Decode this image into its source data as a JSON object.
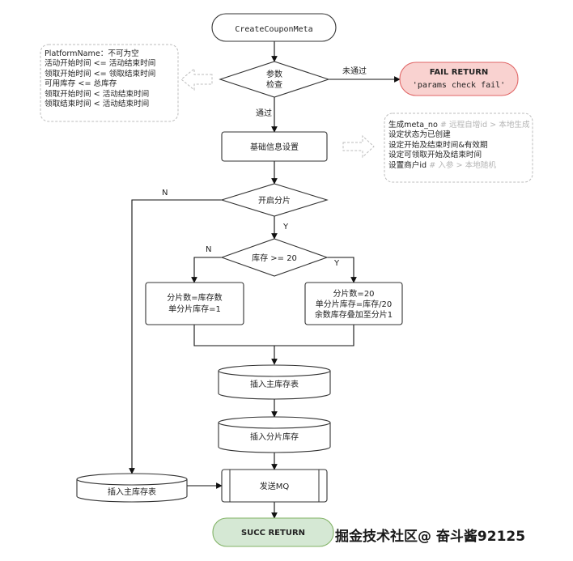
{
  "start": {
    "label": "CreateCouponMeta"
  },
  "param_check": {
    "label_1": "参数",
    "label_2": "检查"
  },
  "fail": {
    "title": "FAIL RETURN",
    "message": "'params check fail'",
    "fill": "#f9d2d0",
    "stroke": "#e06666"
  },
  "edge_labels": {
    "not_passed": "未通过",
    "passed": "通过",
    "no_top": "N",
    "yes_shard": "Y",
    "no_stock": "N",
    "yes_stock": "Y"
  },
  "note_left": {
    "lines": [
      "PlatformName：不可为空",
      "活动开始时间 <= 活动结束时间",
      "领取开始时间 <= 领取结束时间",
      "可用库存 <= 总库存",
      "领取开始时间 < 活动结束时间",
      "领取结束时间 < 活动结束时间"
    ]
  },
  "note_right": {
    "line1_text": "生成meta_no",
    "line1_comment": "# 远程自增id > 本地生成",
    "line2": "设定状态为已创建",
    "line3": "设定开始及结束时间&有效期",
    "line4": "设定可领取开始及结束时间",
    "line5_text": "设置商户id",
    "line5_comment": "# 入参 > 本地随机"
  },
  "basic_info": {
    "label": "基础信息设置"
  },
  "shard_enable": {
    "label": "开启分片"
  },
  "stock_check": {
    "label": "库存 >= 20"
  },
  "box_left": {
    "line1": "分片数=库存数",
    "line2": "单分片库存=1"
  },
  "box_right": {
    "line1": "分片数=20",
    "line2": "单分片库存=库存/20",
    "line3": "余数库存叠加至分片1"
  },
  "db_main": {
    "label": "插入主库存表"
  },
  "db_shard": {
    "label": "插入分片库存"
  },
  "db_main_side": {
    "label": "插入主库存表"
  },
  "send_mq": {
    "label": "发送MQ"
  },
  "succ": {
    "label": "SUCC RETURN",
    "fill": "#d5e8d4",
    "stroke": "#82b366"
  },
  "watermark": {
    "text": "掘金技术社区@ 奋斗酱92125"
  }
}
